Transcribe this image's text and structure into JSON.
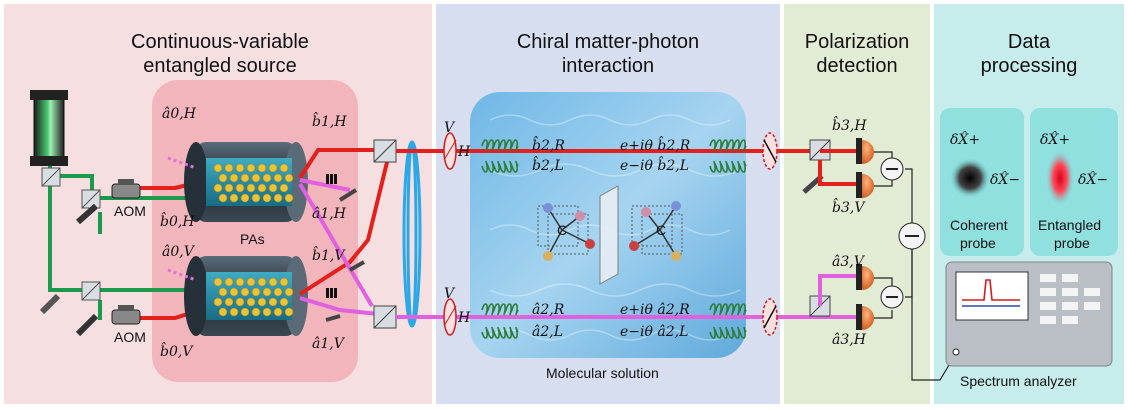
{
  "sections": {
    "source": {
      "title_line1": "Continuous-variable",
      "title_line2": "entangled source"
    },
    "interaction": {
      "title_line1": "Chiral matter-photon",
      "title_line2": "interaction"
    },
    "detection": {
      "title_line1": "Polarization",
      "title_line2": "detection"
    },
    "processing": {
      "title_line1": "Data",
      "title_line2": "processing"
    }
  },
  "labels": {
    "aom_top": "AOM",
    "aom_bottom": "AOM",
    "pas": "PAs",
    "molecular_solution": "Molecular solution",
    "spectrum_analyzer": "Spectrum analyzer",
    "coherent_probe_1": "Coherent",
    "coherent_probe_2": "probe",
    "entangled_probe_1": "Entangled",
    "entangled_probe_2": "probe",
    "pol_V": "V",
    "pol_H": "H",
    "carbon": "C"
  },
  "modes": {
    "a0H": "â0,H",
    "b0H": "b̂0,H",
    "b1H": "b̂1,H",
    "a1H": "â1,H",
    "a0V": "â0,V",
    "b0V": "b̂0,V",
    "b1V": "b̂1,V",
    "a1V": "â1,V",
    "b2R": "b̂2,R",
    "b2L": "b̂2,L",
    "a2R": "â2,R",
    "a2L": "â2,L",
    "b3H": "b̂3,H",
    "b3V": "b̂3,V",
    "a3V": "â3,V",
    "a3H": "â3,H",
    "phase_b2R": "e+iθ b̂2,R",
    "phase_b2L": "e−iθ b̂2,L",
    "phase_a2R": "e+iθ â2,R",
    "phase_a2L": "e−iθ â2,L",
    "dXplus": "δX̂+",
    "dXminus": "δX̂−"
  },
  "colors": {
    "source_bg": "#f6dfe1",
    "interaction_bg": "#d6def0",
    "detection_bg": "#e2ecd4",
    "processing_bg": "#c6ecec",
    "red_beam": "#e3201b",
    "green_beam": "#1a9a4a",
    "magenta_beam": "#e860e0",
    "fiber": "#2aa8e8",
    "detector": "#e0702a"
  }
}
